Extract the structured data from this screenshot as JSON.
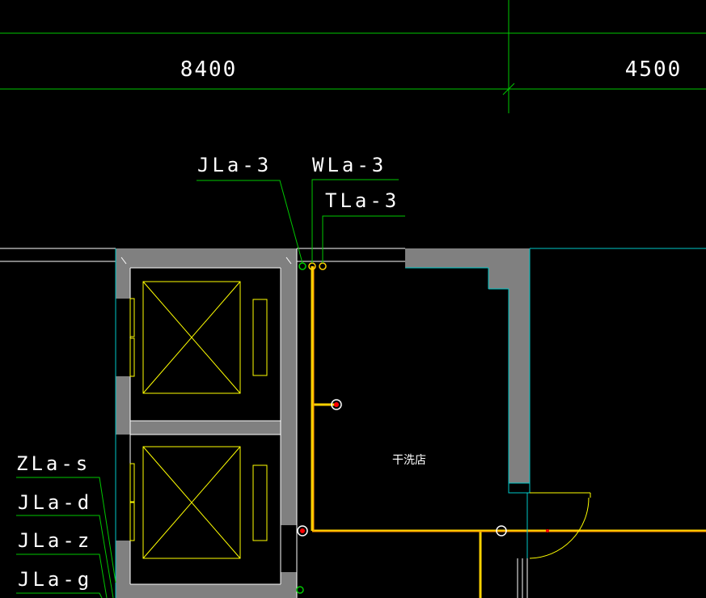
{
  "dimensions": {
    "span_left": "8400",
    "span_right": "4500"
  },
  "pipe_tags": {
    "top": [
      "JLa-3",
      "WLa-3",
      "TLa-3"
    ],
    "left": [
      "ZLa-s",
      "JLa-d",
      "JLa-z",
      "JLa-g"
    ]
  },
  "room": {
    "label": "干洗店"
  },
  "colors": {
    "background": "#000000",
    "dimension_line": "#00c800",
    "wall_fill": "#808080",
    "wall_edge": "#00c8c8",
    "pipe": "#ffd200",
    "pipe_marker": "#ff0000",
    "elevator_outline": "#ffff00",
    "text": "#ffffff"
  }
}
